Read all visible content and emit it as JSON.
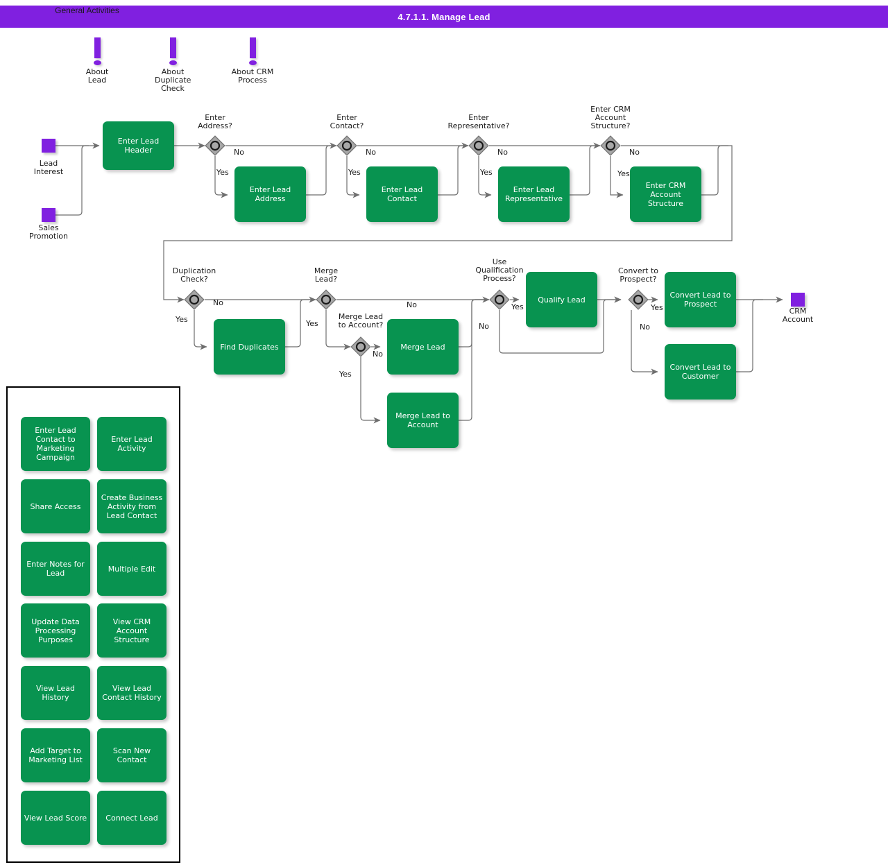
{
  "title": "4.7.1.1. Manage Lead",
  "theme": {
    "header_bg": "#8020E0",
    "task_fill": "#089350",
    "task_text": "#ffffff",
    "event_fill": "#8020E0",
    "gateway_fill": "#8c8c8c",
    "connector": "#6e6e6e"
  },
  "notes": [
    {
      "name": "about-lead",
      "label": "About\nLead"
    },
    {
      "name": "about-duplicate",
      "label": "About\nDuplicate\nCheck"
    },
    {
      "name": "about-crm-process",
      "label": "About CRM\nProcess"
    }
  ],
  "events": [
    {
      "name": "lead-interest",
      "label": "Lead\nInterest"
    },
    {
      "name": "sales-promotion",
      "label": "Sales\nPromotion"
    },
    {
      "name": "crm-account",
      "label": "CRM\nAccount"
    }
  ],
  "tasks": [
    {
      "name": "enter-lead-header",
      "label": "Enter Lead\nHeader"
    },
    {
      "name": "enter-lead-address",
      "label": "Enter Lead\nAddress"
    },
    {
      "name": "enter-lead-contact",
      "label": "Enter Lead\nContact"
    },
    {
      "name": "enter-lead-representative",
      "label": "Enter Lead\nRepresentative"
    },
    {
      "name": "enter-crm-account-structure",
      "label": "Enter CRM\nAccount\nStructure"
    },
    {
      "name": "find-duplicates",
      "label": "Find Duplicates"
    },
    {
      "name": "merge-lead",
      "label": "Merge Lead"
    },
    {
      "name": "merge-lead-to-account",
      "label": "Merge Lead to\nAccount"
    },
    {
      "name": "qualify-lead",
      "label": "Qualify Lead"
    },
    {
      "name": "convert-lead-to-prospect",
      "label": "Convert Lead to\nProspect"
    },
    {
      "name": "convert-lead-to-customer",
      "label": "Convert Lead to\nCustomer"
    }
  ],
  "gateways": [
    {
      "name": "enter-address",
      "label": "Enter\nAddress?"
    },
    {
      "name": "enter-contact",
      "label": "Enter\nContact?"
    },
    {
      "name": "enter-representative",
      "label": "Enter\nRepresentative?"
    },
    {
      "name": "enter-crm-account-structure",
      "label": "Enter CRM\nAccount\nStructure?"
    },
    {
      "name": "duplication-check",
      "label": "Duplication\nCheck?"
    },
    {
      "name": "merge-lead",
      "label": "Merge\nLead?"
    },
    {
      "name": "merge-lead-to-account",
      "label": "Merge Lead\nto Account?"
    },
    {
      "name": "use-qualification-process",
      "label": "Use\nQualification\nProcess?"
    },
    {
      "name": "convert-to-prospect",
      "label": "Convert to\nProspect?"
    }
  ],
  "flow_labels": {
    "yes": "Yes",
    "no": "No"
  },
  "general_activities": {
    "title": "General Activities",
    "items": [
      {
        "name": "enter-lead-contact-to-marketing-campaign",
        "label": "Enter Lead\nContact to\nMarketing\nCampaign"
      },
      {
        "name": "enter-lead-activity",
        "label": "Enter Lead\nActivity"
      },
      {
        "name": "share-access",
        "label": "Share Access"
      },
      {
        "name": "create-business-activity-from-lead-contact",
        "label": "Create Business\nActivity from\nLead Contact"
      },
      {
        "name": "enter-notes-for-lead",
        "label": "Enter Notes for\nLead"
      },
      {
        "name": "multiple-edit",
        "label": "Multiple Edit"
      },
      {
        "name": "update-data-processing-purposes",
        "label": "Update Data\nProcessing\nPurposes"
      },
      {
        "name": "view-crm-account-structure",
        "label": "View CRM\nAccount\nStructure"
      },
      {
        "name": "view-lead-history",
        "label": "View Lead\nHistory"
      },
      {
        "name": "view-lead-contact-history",
        "label": "View Lead\nContact History"
      },
      {
        "name": "add-target-to-marketing-list",
        "label": "Add Target to\nMarketing List"
      },
      {
        "name": "scan-new-contact",
        "label": "Scan New\nContact"
      },
      {
        "name": "view-lead-score",
        "label": "View Lead Score"
      },
      {
        "name": "connect-lead",
        "label": "Connect Lead"
      }
    ]
  }
}
